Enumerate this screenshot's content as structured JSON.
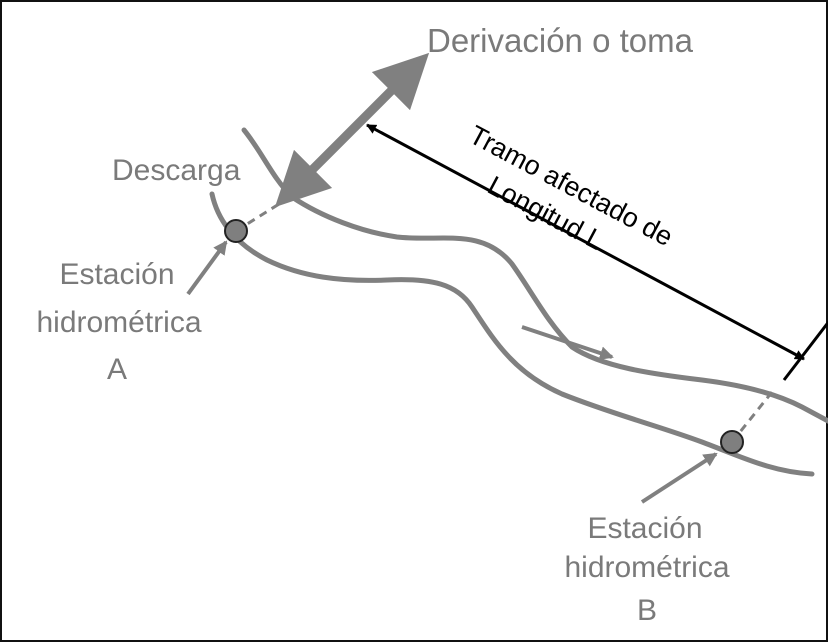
{
  "labels": {
    "diversion": "Derivación o toma",
    "discharge": "Descarga",
    "reach_line1": "Tramo afectado de",
    "reach_line2": "Longitud L",
    "station_a_line1": "Estación",
    "station_a_line2": "hidrométrica",
    "station_a_line3": "A",
    "station_b_line1": "Estación",
    "station_b_line2": "hidrométrica",
    "station_b_line3": "B"
  },
  "colors": {
    "river": "#808080",
    "label_gray": "#7a7a7a",
    "station_fill": "#7f7f7f",
    "arrow_black": "#000000",
    "border": "#111111"
  }
}
